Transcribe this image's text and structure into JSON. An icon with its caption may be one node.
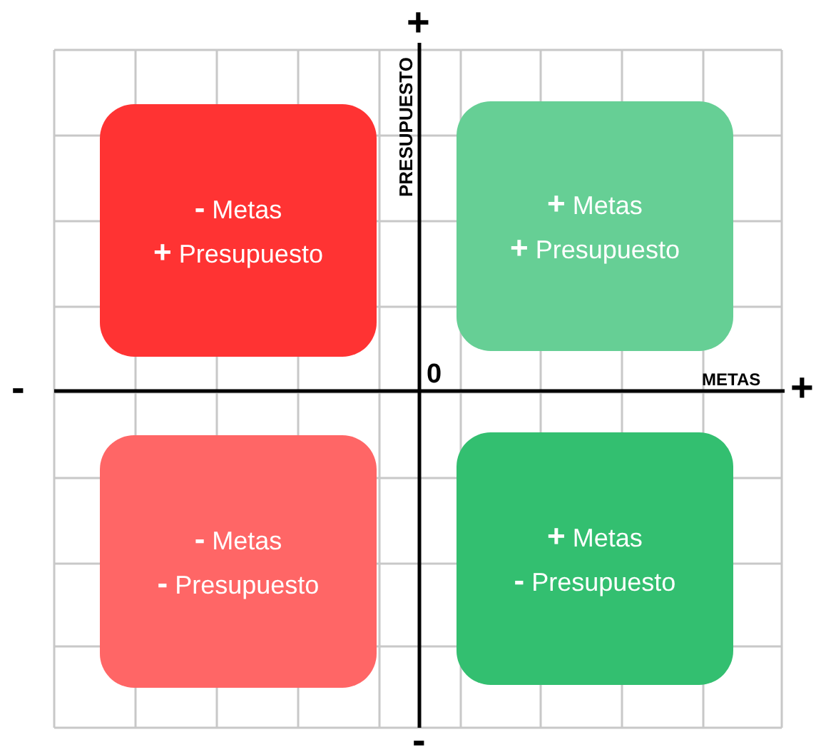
{
  "diagram": {
    "nodes": [
      {
        "text": [
          "**-** Metas",
          "**+** Presupuesto"
        ]
      },
      {
        "text": [
          "**+** Metas",
          "**+** Presupuesto"
        ]
      },
      {
        "text": [
          "**-** Metas",
          "**-** Presupuesto"
        ]
      },
      {
        "text": [
          "**+** Metas",
          "**-** Presupuesto"
        ]
      }
    ],
    "labels": [
      "+",
      "PRESUPUESTO",
      "-",
      "0",
      "METAS",
      "+",
      "-"
    ]
  }
}
